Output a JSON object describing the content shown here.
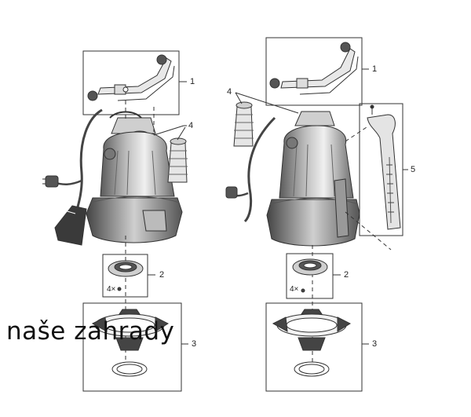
{
  "callouts": {
    "left_bracket": "1",
    "left_adapter": "4",
    "left_base_plate": "2",
    "left_screws": "4×",
    "left_foot": "3",
    "right_bracket": "1",
    "right_adapter": "4",
    "right_handle": "5",
    "right_base_plate": "2",
    "right_screws": "4×",
    "right_foot": "3"
  },
  "watermark": "naše zahrady",
  "colors": {
    "line": "#333333",
    "shade": "#9a9a9a",
    "light": "#d8d8d8"
  }
}
